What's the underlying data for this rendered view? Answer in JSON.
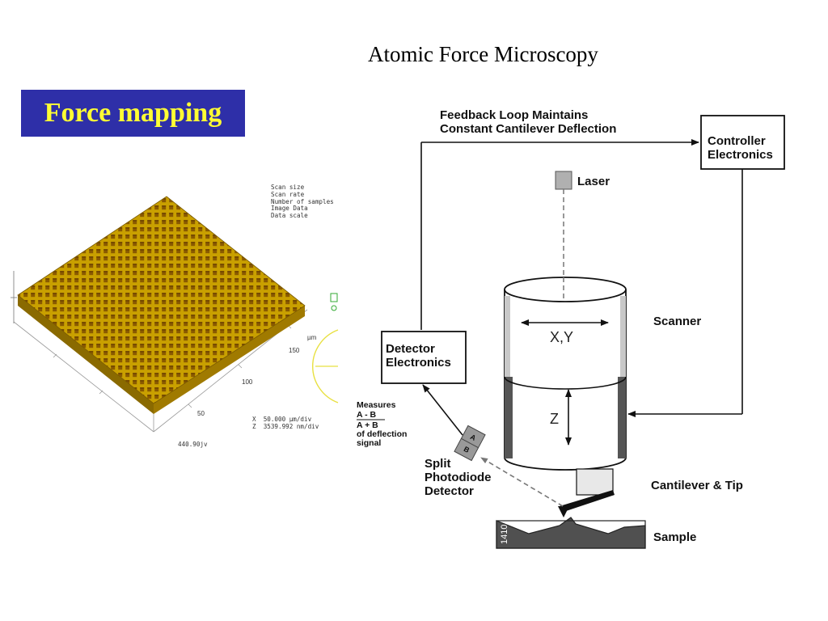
{
  "slide": {
    "title": "Atomic Force Microscopy",
    "badge": "Force mapping",
    "colors": {
      "badge_bg": "#2e2fa8",
      "badge_text": "#ffff33",
      "surface": "#c9a400"
    }
  },
  "surface_plot": {
    "info_lines": [
      "Scan size",
      "Scan rate",
      "Number of samples",
      "Image Data",
      "Data scale"
    ],
    "unit": "µm",
    "axis_ticks": [
      "150",
      "100",
      "50"
    ],
    "scale_x": "X  50.000 µm/div",
    "scale_z": "Z  3539.992 nm/div",
    "filename": "440.90jv"
  },
  "diagram": {
    "feedback_line1": "Feedback Loop Maintains",
    "feedback_line2": "Constant Cantilever Deflection",
    "controller_line1": "Controller",
    "controller_line2": "Electronics",
    "laser": "Laser",
    "scanner": "Scanner",
    "xy": "X,Y",
    "z": "Z",
    "detector_line1": "Detector",
    "detector_line2": "Electronics",
    "measures_line1": "Measures",
    "measures_numerator": "A - B",
    "measures_denominator": "A + B",
    "measures_line4": "of deflection",
    "measures_line5": "signal",
    "photodiode_line1": "Split",
    "photodiode_line2": "Photodiode",
    "photodiode_line3": "Detector",
    "segment_a": "A",
    "segment_b": "B",
    "cantilever": "Cantilever & Tip",
    "sample": "Sample",
    "figure_code": "1410"
  }
}
